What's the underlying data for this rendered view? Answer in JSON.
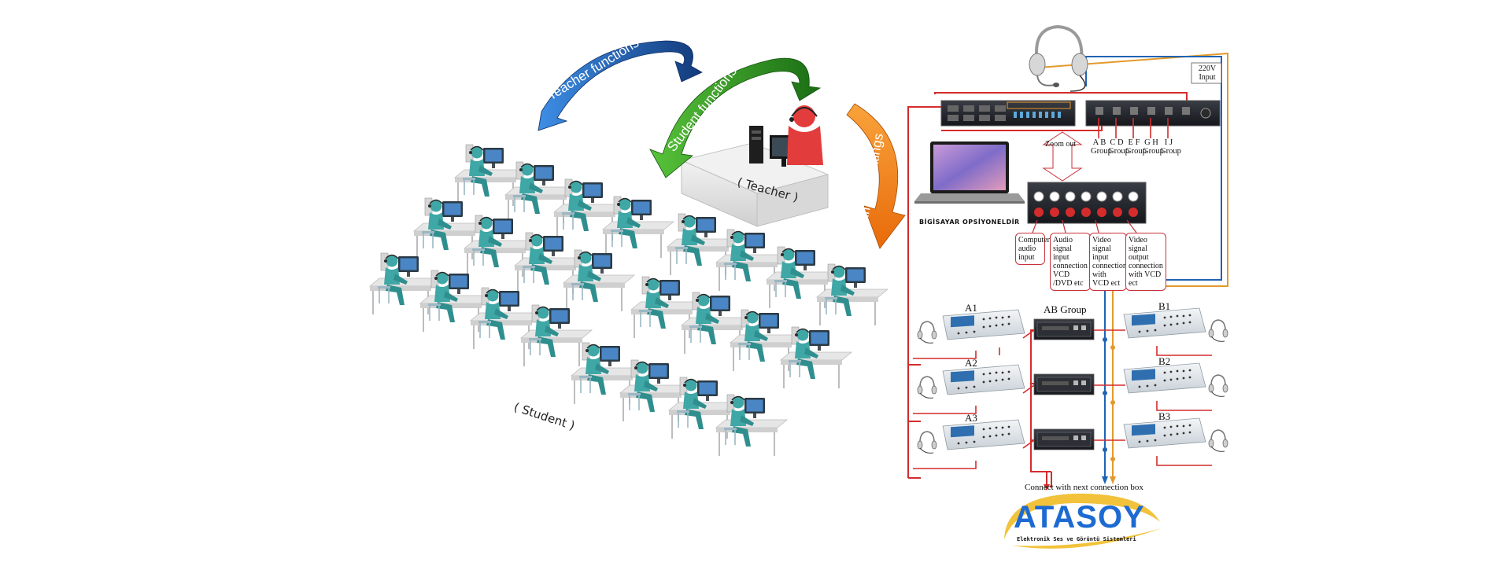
{
  "arrows": {
    "teacher": {
      "label": "Teacher functions",
      "color": "#1e5ab4"
    },
    "student": {
      "label": "Student functions",
      "color": "#2e9a1f"
    },
    "environment": {
      "label": "Environment Settings",
      "color": "#f07b12"
    }
  },
  "room": {
    "teacher_label": "( Teacher )",
    "student_label": "( Student )",
    "figure_color": "#3fa7a6",
    "teacher_color": "#e33c3c"
  },
  "wiring": {
    "power_label": "220V Input",
    "zoom_label": "Zoom out",
    "laptop_label": "BİGİSAYAR OPSİYONELDİR",
    "groups": [
      {
        "letters": "A B",
        "text": "Group"
      },
      {
        "letters": "C D",
        "text": "Group"
      },
      {
        "letters": "E F",
        "text": "Group"
      },
      {
        "letters": "G H",
        "text": "Group"
      },
      {
        "letters": "I J",
        "text": "Group"
      }
    ],
    "callouts": [
      "Computer audio input",
      "Audio signal input connection VCD /DVD etc",
      "Video signal input connection with VCD ect",
      "Video signal output connection with VCD ect"
    ],
    "stations": {
      "a1": "A1",
      "a2": "A2",
      "a3": "A3",
      "b1": "B1",
      "b2": "B2",
      "b3": "B3",
      "ab_group": "AB Group"
    },
    "footer": "Connect with next connection box",
    "wire_colors": {
      "red": "#d42c2c",
      "blue": "#1f64b4",
      "orange": "#e39a2b"
    }
  },
  "logo": {
    "brand": "ATASOY",
    "tagline": "Elektronik Ses ve Görüntü Sistemleri",
    "brand_color": "#1d6ad2",
    "swoosh_color": "#f2c23a"
  }
}
